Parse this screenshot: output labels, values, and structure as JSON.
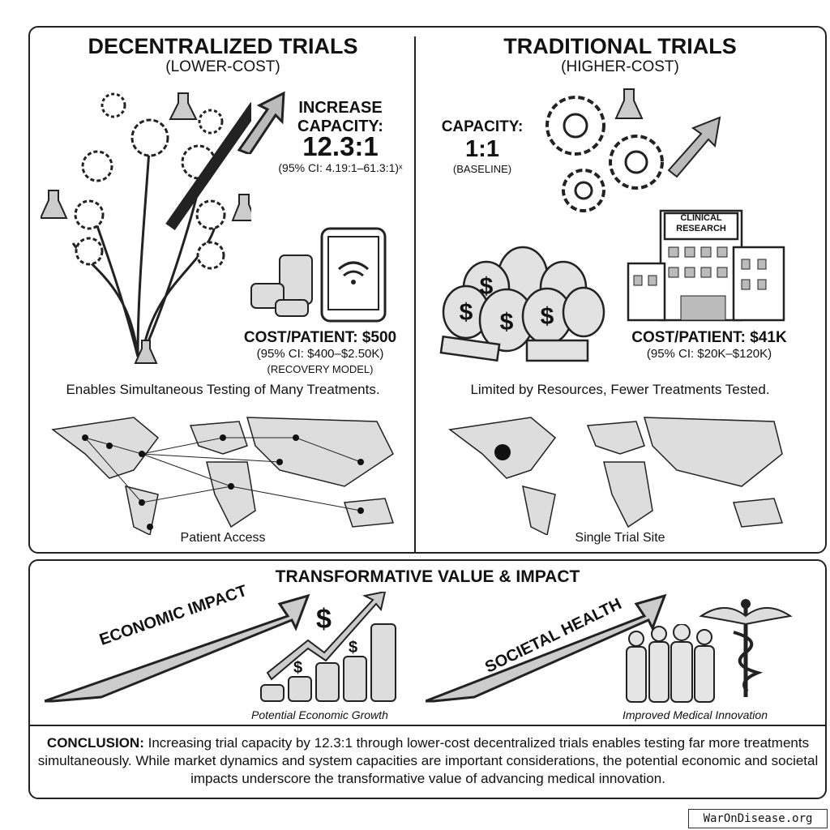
{
  "left": {
    "title": "DECENTRALIZED TRIALS",
    "subtitle": "(LOWER-COST)",
    "capacity_label1": "INCREASE",
    "capacity_label2": "CAPACITY:",
    "capacity_value": "12.3:1",
    "capacity_ci": "(95% CI: 4.19:1–61.3:1)ˣ",
    "cost": "COST/PATIENT: $500",
    "cost_ci": "(95% CI: $400–$2.50K)",
    "cost_model": "(RECOVERY MODEL)",
    "tagline": "Enables Simultaneous Testing of Many Treatments.",
    "map_caption": "Patient Access"
  },
  "right": {
    "title": "TRADITIONAL TRIALS",
    "subtitle": "(HIGHER-COST)",
    "capacity_label": "CAPACITY:",
    "capacity_value": "1:1",
    "capacity_note": "(BASELINE)",
    "building_sign": "CLINICAL RESEARCH",
    "cost": "COST/PATIENT: $41K",
    "cost_ci": "(95% CI: $20K–$120K)",
    "tagline": "Limited by Resources, Fewer Treatments Tested.",
    "map_caption": "Single Trial Site"
  },
  "impact": {
    "title": "TRANSFORMATIVE VALUE & IMPACT",
    "economic_label": "ECONOMIC IMPACT",
    "economic_caption": "Potential Economic Growth",
    "societal_label": "SOCIETAL HEALTH",
    "societal_caption": "Improved Medical Innovation",
    "dollar": "$"
  },
  "conclusion": {
    "label": "CONCLUSION:",
    "text": "Increasing trial capacity by 12.3:1 through lower-cost decentralized trials enables testing far more treatments simultaneously. While market dynamics and system capacities are important considerations, the potential economic and societal impacts underscore the transformative value of advancing medical innovation."
  },
  "watermark": "WarOnDisease.org"
}
